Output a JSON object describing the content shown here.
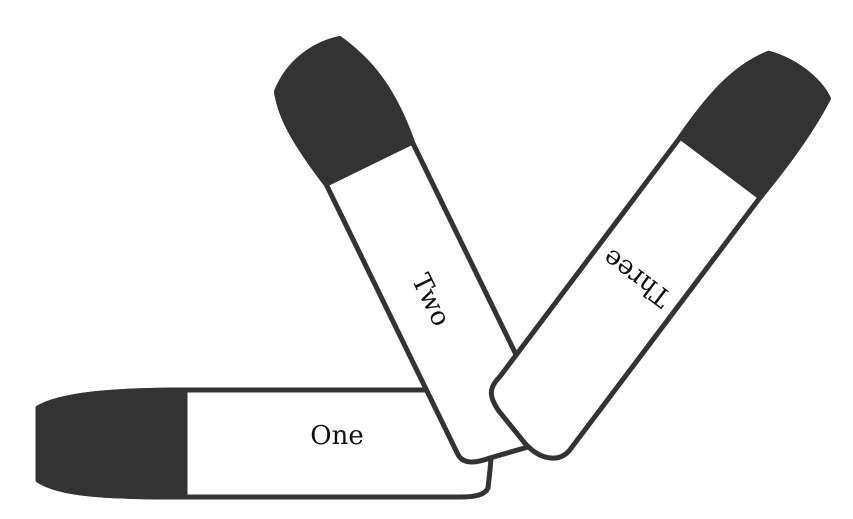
{
  "colors": {
    "outline": "#333333",
    "cap_fill": "#333333",
    "body_fill": "#ffffff",
    "label": "#111111"
  },
  "tags": [
    {
      "id": "one",
      "label": "One"
    },
    {
      "id": "two",
      "label": "Two"
    },
    {
      "id": "three",
      "label": "Three"
    }
  ]
}
